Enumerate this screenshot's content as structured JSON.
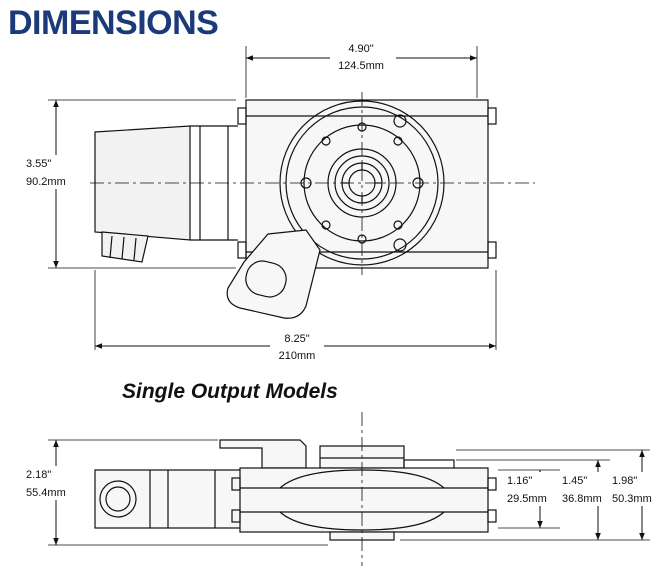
{
  "header": {
    "title": "DIMENSIONS"
  },
  "section": {
    "subtitle": "Single Output Models"
  },
  "top_view": {
    "width_in": "4.90\"",
    "width_mm": "124.5mm",
    "height_in": "3.55\"",
    "height_mm": "90.2mm",
    "length_in": "8.25\"",
    "length_mm": "210mm"
  },
  "side_view": {
    "height_in": "2.18\"",
    "height_mm": "55.4mm",
    "dim1_in": "1.16\"",
    "dim1_mm": "29.5mm",
    "dim2_in": "1.45\"",
    "dim2_mm": "36.8mm",
    "dim3_in": "1.98\"",
    "dim3_mm": "50.3mm"
  },
  "colors": {
    "title": "#1b3a7a",
    "line": "#111111",
    "part_fill": "#ececec"
  }
}
